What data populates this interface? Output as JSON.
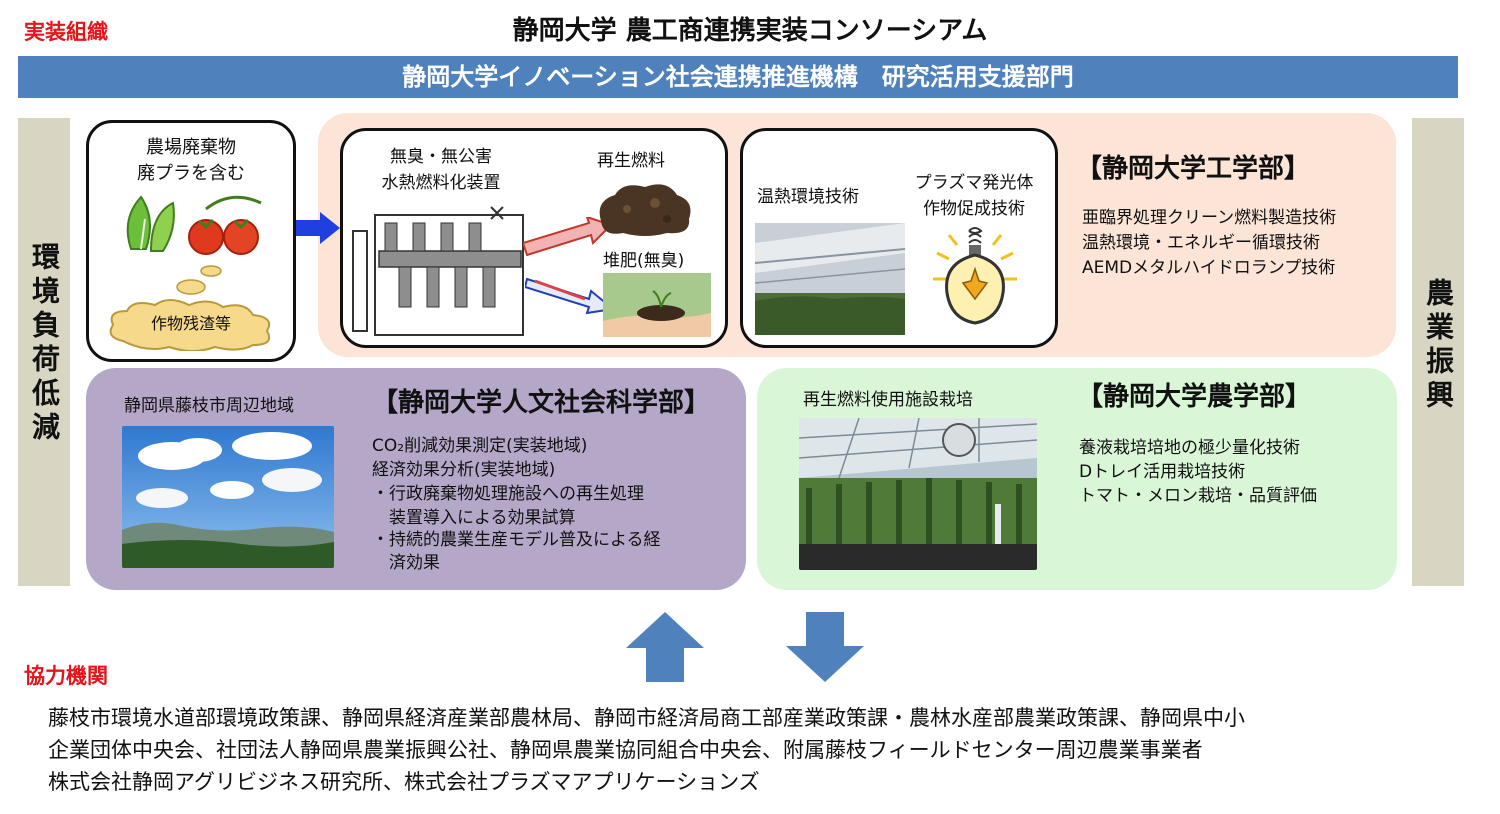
{
  "header": {
    "left_label": "実装組織",
    "title": "静岡大学 農工商連携実装コンソーシアム"
  },
  "org_bar": {
    "text": "静岡大学イノベーション社会連携推進機構　研究活用支援部門"
  },
  "side_left": {
    "text": "環境負荷低減"
  },
  "side_right": {
    "text": "農業振興"
  },
  "farm_waste": {
    "line1": "農場廃棄物",
    "line2": "廃プラを含む",
    "cloud_label": "作物残渣等"
  },
  "device": {
    "line1": "無臭・無公害",
    "line2": "水熱燃料化装置",
    "fuel_label": "再生燃料",
    "compost_label": "堆肥(無臭)"
  },
  "tech_box": {
    "label1": "温熱環境技術",
    "label2_line1": "プラズマ発光体",
    "label2_line2": "作物促成技術"
  },
  "engineering": {
    "heading": "【静岡大学工学部】",
    "items": [
      "亜臨界処理クリーン燃料製造技術",
      "温熱環境・エネルギー循環技術",
      "AEMDメタルハイドロランプ技術"
    ]
  },
  "humanities": {
    "region_label": "静岡県藤枝市周辺地域",
    "heading": "【静岡大学人文社会科学部】",
    "items": [
      "CO₂削減効果測定(実装地域)",
      "経済効果分析(実装地域)",
      "・行政廃棄物処理施設への再生処理",
      "　装置導入による効果試算",
      "・持続的農業生産モデル普及による経",
      "　済効果"
    ]
  },
  "agriculture": {
    "photo_label": "再生燃料使用施設栽培",
    "heading": "【静岡大学農学部】",
    "items": [
      "養液栽培培地の極少量化技術",
      "Dトレイ活用栽培技術",
      "トマト・メロン栽培・品質評価"
    ]
  },
  "cooperation": {
    "label": "協力機関",
    "lines": [
      "藤枝市環境水道部環境政策課、静岡県経済産業部農林局、静岡市経済局商工部産業政策課・農林水産部農業政策課、静岡県中小",
      "企業団体中央会、社団法人静岡県農業振興公社、静岡県農業協同組合中央会、附属藤枝フィールドセンター周辺農業事業者",
      "株式会社静岡アグリビジネス研究所、株式会社プラズマアプリケーションズ"
    ]
  },
  "colors": {
    "accent_red": "#e8141b",
    "org_bar": "#4f81bd",
    "engineering_panel": "#fce4d6",
    "humanities_panel": "#b4a7c8",
    "agriculture_panel": "#d9f7d6",
    "side_bar": "#d8d6c2",
    "arrow_blue": "#4f81bd"
  }
}
